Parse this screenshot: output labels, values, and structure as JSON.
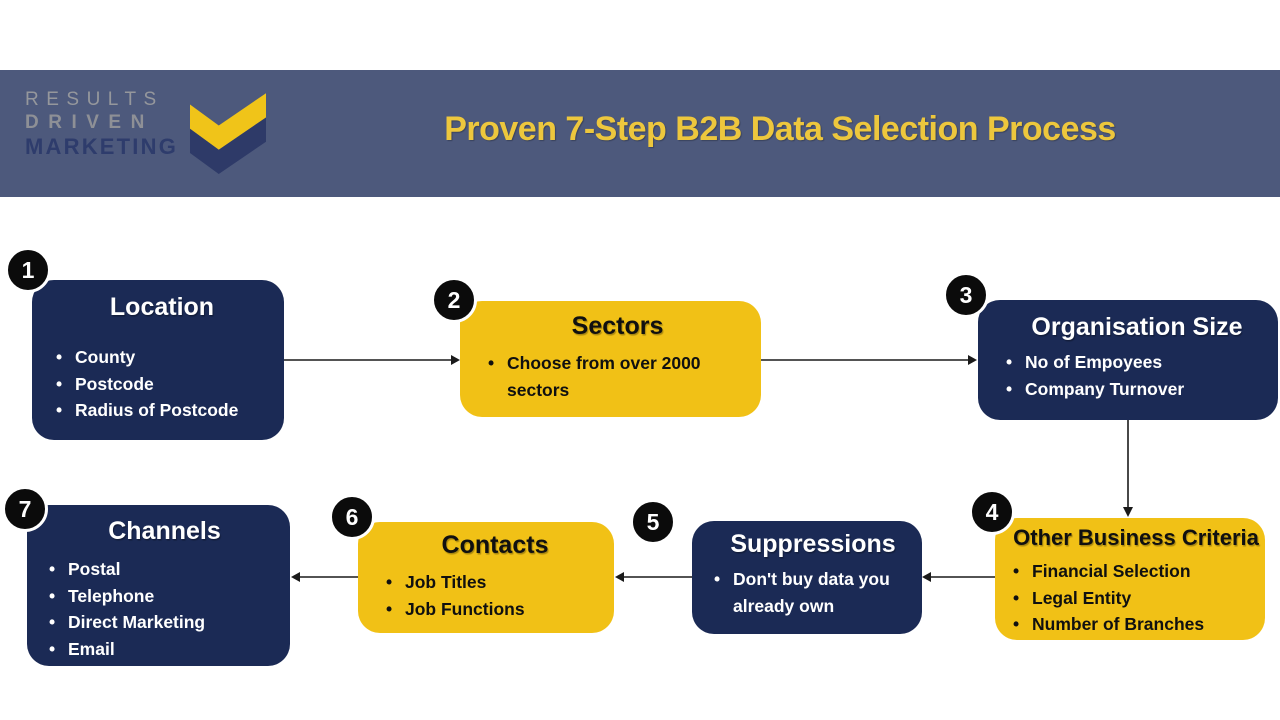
{
  "header": {
    "logo": {
      "line1": "RESULTS",
      "line2": "DRIVEN",
      "line3": "MARKETING"
    },
    "title": "Proven 7-Step B2B Data Selection Process"
  },
  "colors": {
    "navy": "#1b2a55",
    "yellow": "#f1c116",
    "band": "#4d597c",
    "title_yellow": "#edc73d"
  },
  "steps": [
    {
      "number": "1",
      "title": "Location",
      "style": "navy",
      "bullets": [
        "County",
        "Postcode",
        "Radius of Postcode"
      ]
    },
    {
      "number": "2",
      "title": "Sectors",
      "style": "yellow",
      "bullets": [
        "Choose from over 2000 sectors"
      ]
    },
    {
      "number": "3",
      "title": "Organisation Size",
      "style": "navy",
      "bullets": [
        "No of Empoyees",
        "Company Turnover"
      ]
    },
    {
      "number": "4",
      "title": "Other Business Criteria",
      "style": "yellow",
      "bullets": [
        "Financial Selection",
        "Legal Entity",
        "Number of Branches"
      ]
    },
    {
      "number": "5",
      "title": "Suppressions",
      "style": "navy",
      "bullets": [
        "Don't buy data you already own"
      ]
    },
    {
      "number": "6",
      "title": "Contacts",
      "style": "yellow",
      "bullets": [
        "Job Titles",
        "Job Functions"
      ]
    },
    {
      "number": "7",
      "title": "Channels",
      "style": "navy",
      "bullets": [
        "Postal",
        "Telephone",
        "Direct Marketing",
        "Email"
      ]
    }
  ]
}
